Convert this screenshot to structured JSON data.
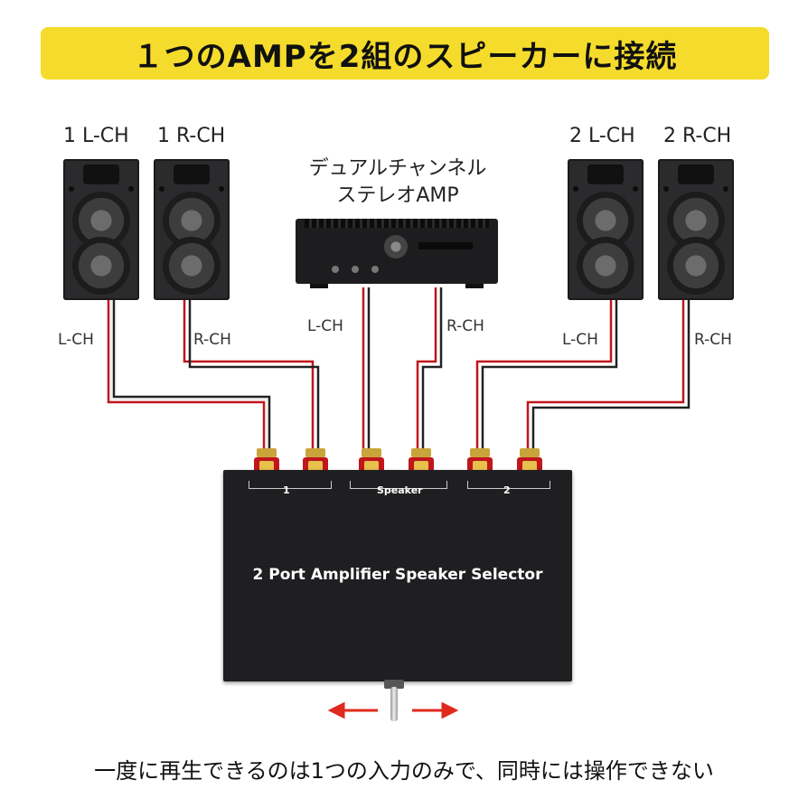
{
  "title": "１つのAMPを2組のスピーカーに接続",
  "speakers": [
    {
      "label": "1 L-CH"
    },
    {
      "label": "1 R-CH"
    },
    {
      "label": "2 L-CH"
    },
    {
      "label": "2 R-CH"
    }
  ],
  "amp": {
    "line1": "デュアルチャンネル",
    "line2": "ステレオAMP"
  },
  "wire_labels": {
    "s1": "L-CH",
    "s2": "R-CH",
    "amp_l": "L-CH",
    "amp_r": "R-CH",
    "s3": "L-CH",
    "s4": "R-CH"
  },
  "selector": {
    "name": "2 Port Amplifier Speaker Selector",
    "group1": "1",
    "speaker": "Speaker",
    "group2": "2"
  },
  "colors": {
    "title_bg": "#f5dc2c",
    "wire_red": "#c0161c",
    "arrow": "#e02a1e"
  },
  "footer": "一度に再生できるのは1つの入力のみで、同時には操作できない"
}
